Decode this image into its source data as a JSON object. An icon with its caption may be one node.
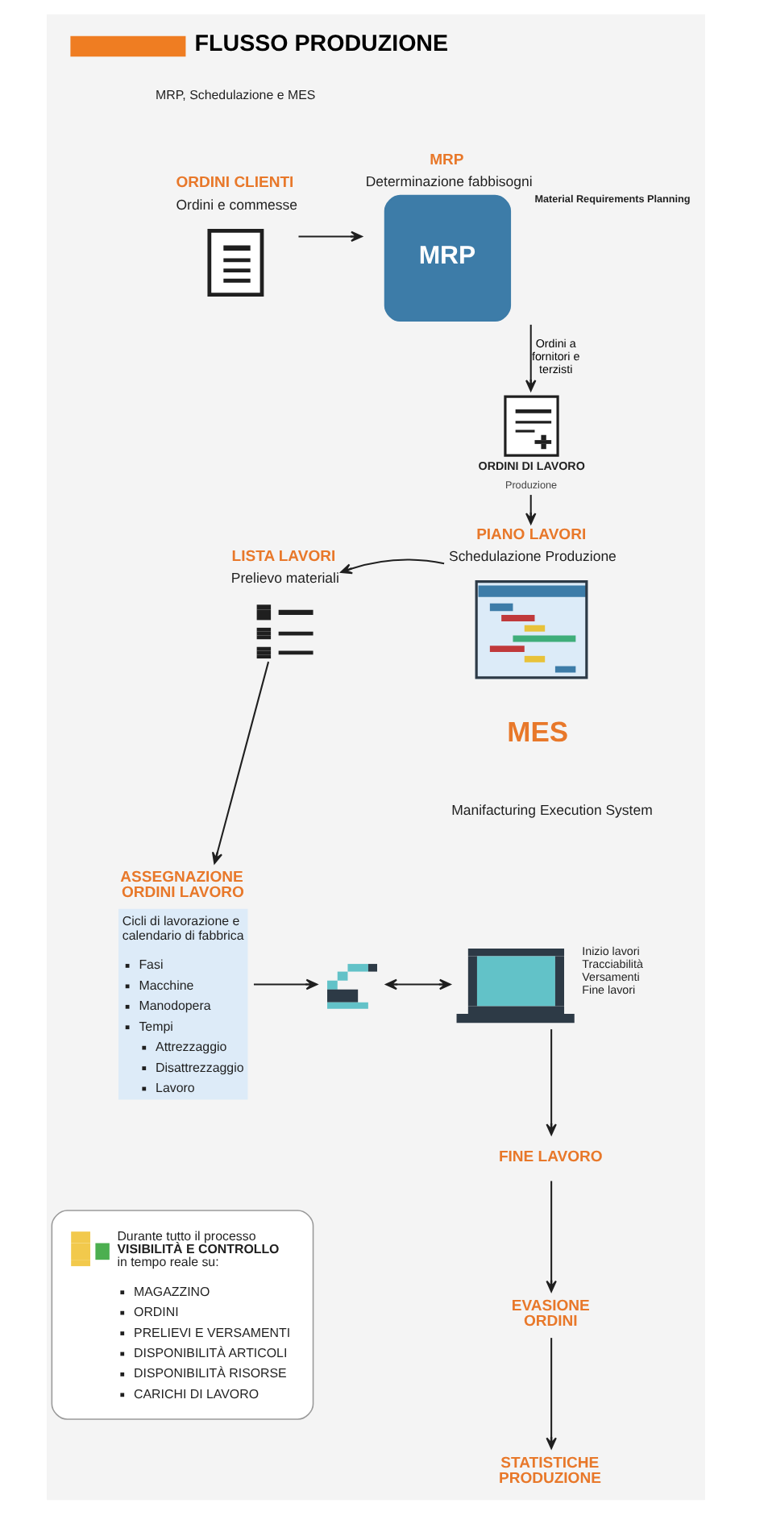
{
  "diagram": {
    "title": "FLUSSO PRODUZIONE",
    "nodes": [
      {
        "text": [
          "ORDINI CLIENTI",
          "Ordini e commesse"
        ]
      },
      {
        "text": [
          "MRP",
          "Determinazione fabbisogni",
          "MRP"
        ],
        "beside": [
          "Material Requirements Planning"
        ]
      },
      {
        "text": [
          "ORDINI DI LAVORO",
          "Produzione"
        ]
      },
      {
        "text": [
          "PIANO LAVORI",
          "Schedulazione Produzione"
        ]
      },
      {
        "text": [
          "LISTA LAVORI",
          "Prelievo materiali"
        ]
      },
      {
        "text": [
          "ASSEGNAZIONE ORDINI LAVORO",
          "Cicli di lavorazione e calendario di fabbrica",
          "Fasi",
          "Macchine",
          "Manodopera",
          "Tempi",
          "Attrezzaggio",
          "Disattrezzaggio",
          "Lavoro"
        ]
      },
      {
        "text": [],
        "shape": "picture"
      },
      {
        "text": [],
        "shape": "picture",
        "beside": [
          "Inizio lavori",
          "Tracciabilità",
          "Versamenti",
          "Fine lavori"
        ]
      },
      {
        "text": [
          "FINE LAVORO"
        ]
      },
      {
        "text": [
          "EVASIONE ORDINI"
        ]
      },
      {
        "text": [
          "STATISTICHE PRODUZIONE"
        ]
      },
      {
        "text": [
          "Durante tutto il processo VISIBILITÀ E CONTROLLO in tempo reale su:",
          "MAGAZZINO",
          "ORDINI",
          "PRELIEVI E VERSAMENTI",
          "DISPONIBILITÀ ARTICOLI",
          "DISPONIBILITÀ RISORSE",
          "CARICHI DI LAVORO"
        ]
      }
    ],
    "edges": [
      {
        "from": 0,
        "to": 1,
        "arrow": "to"
      },
      {
        "from": 1,
        "to": 2,
        "arrow": "to",
        "label": "Ordini a fornitori e terzisti"
      },
      {
        "from": 2,
        "to": 3,
        "arrow": "to"
      },
      {
        "from": 3,
        "to": 4,
        "arrow": "to"
      },
      {
        "from": 4,
        "to": 5,
        "arrow": "to"
      },
      {
        "from": 5,
        "to": 6,
        "arrow": "to"
      },
      {
        "from": 6,
        "to": 7,
        "arrow": "both"
      },
      {
        "from": 7,
        "to": 8,
        "arrow": "to"
      },
      {
        "from": 8,
        "to": 9,
        "arrow": "to"
      },
      {
        "from": 9,
        "to": 10,
        "arrow": "to"
      }
    ],
    "labels": [
      "MRP, Schedulazione e MES",
      "MES",
      "Manifacturing Execution System"
    ]
  }
}
